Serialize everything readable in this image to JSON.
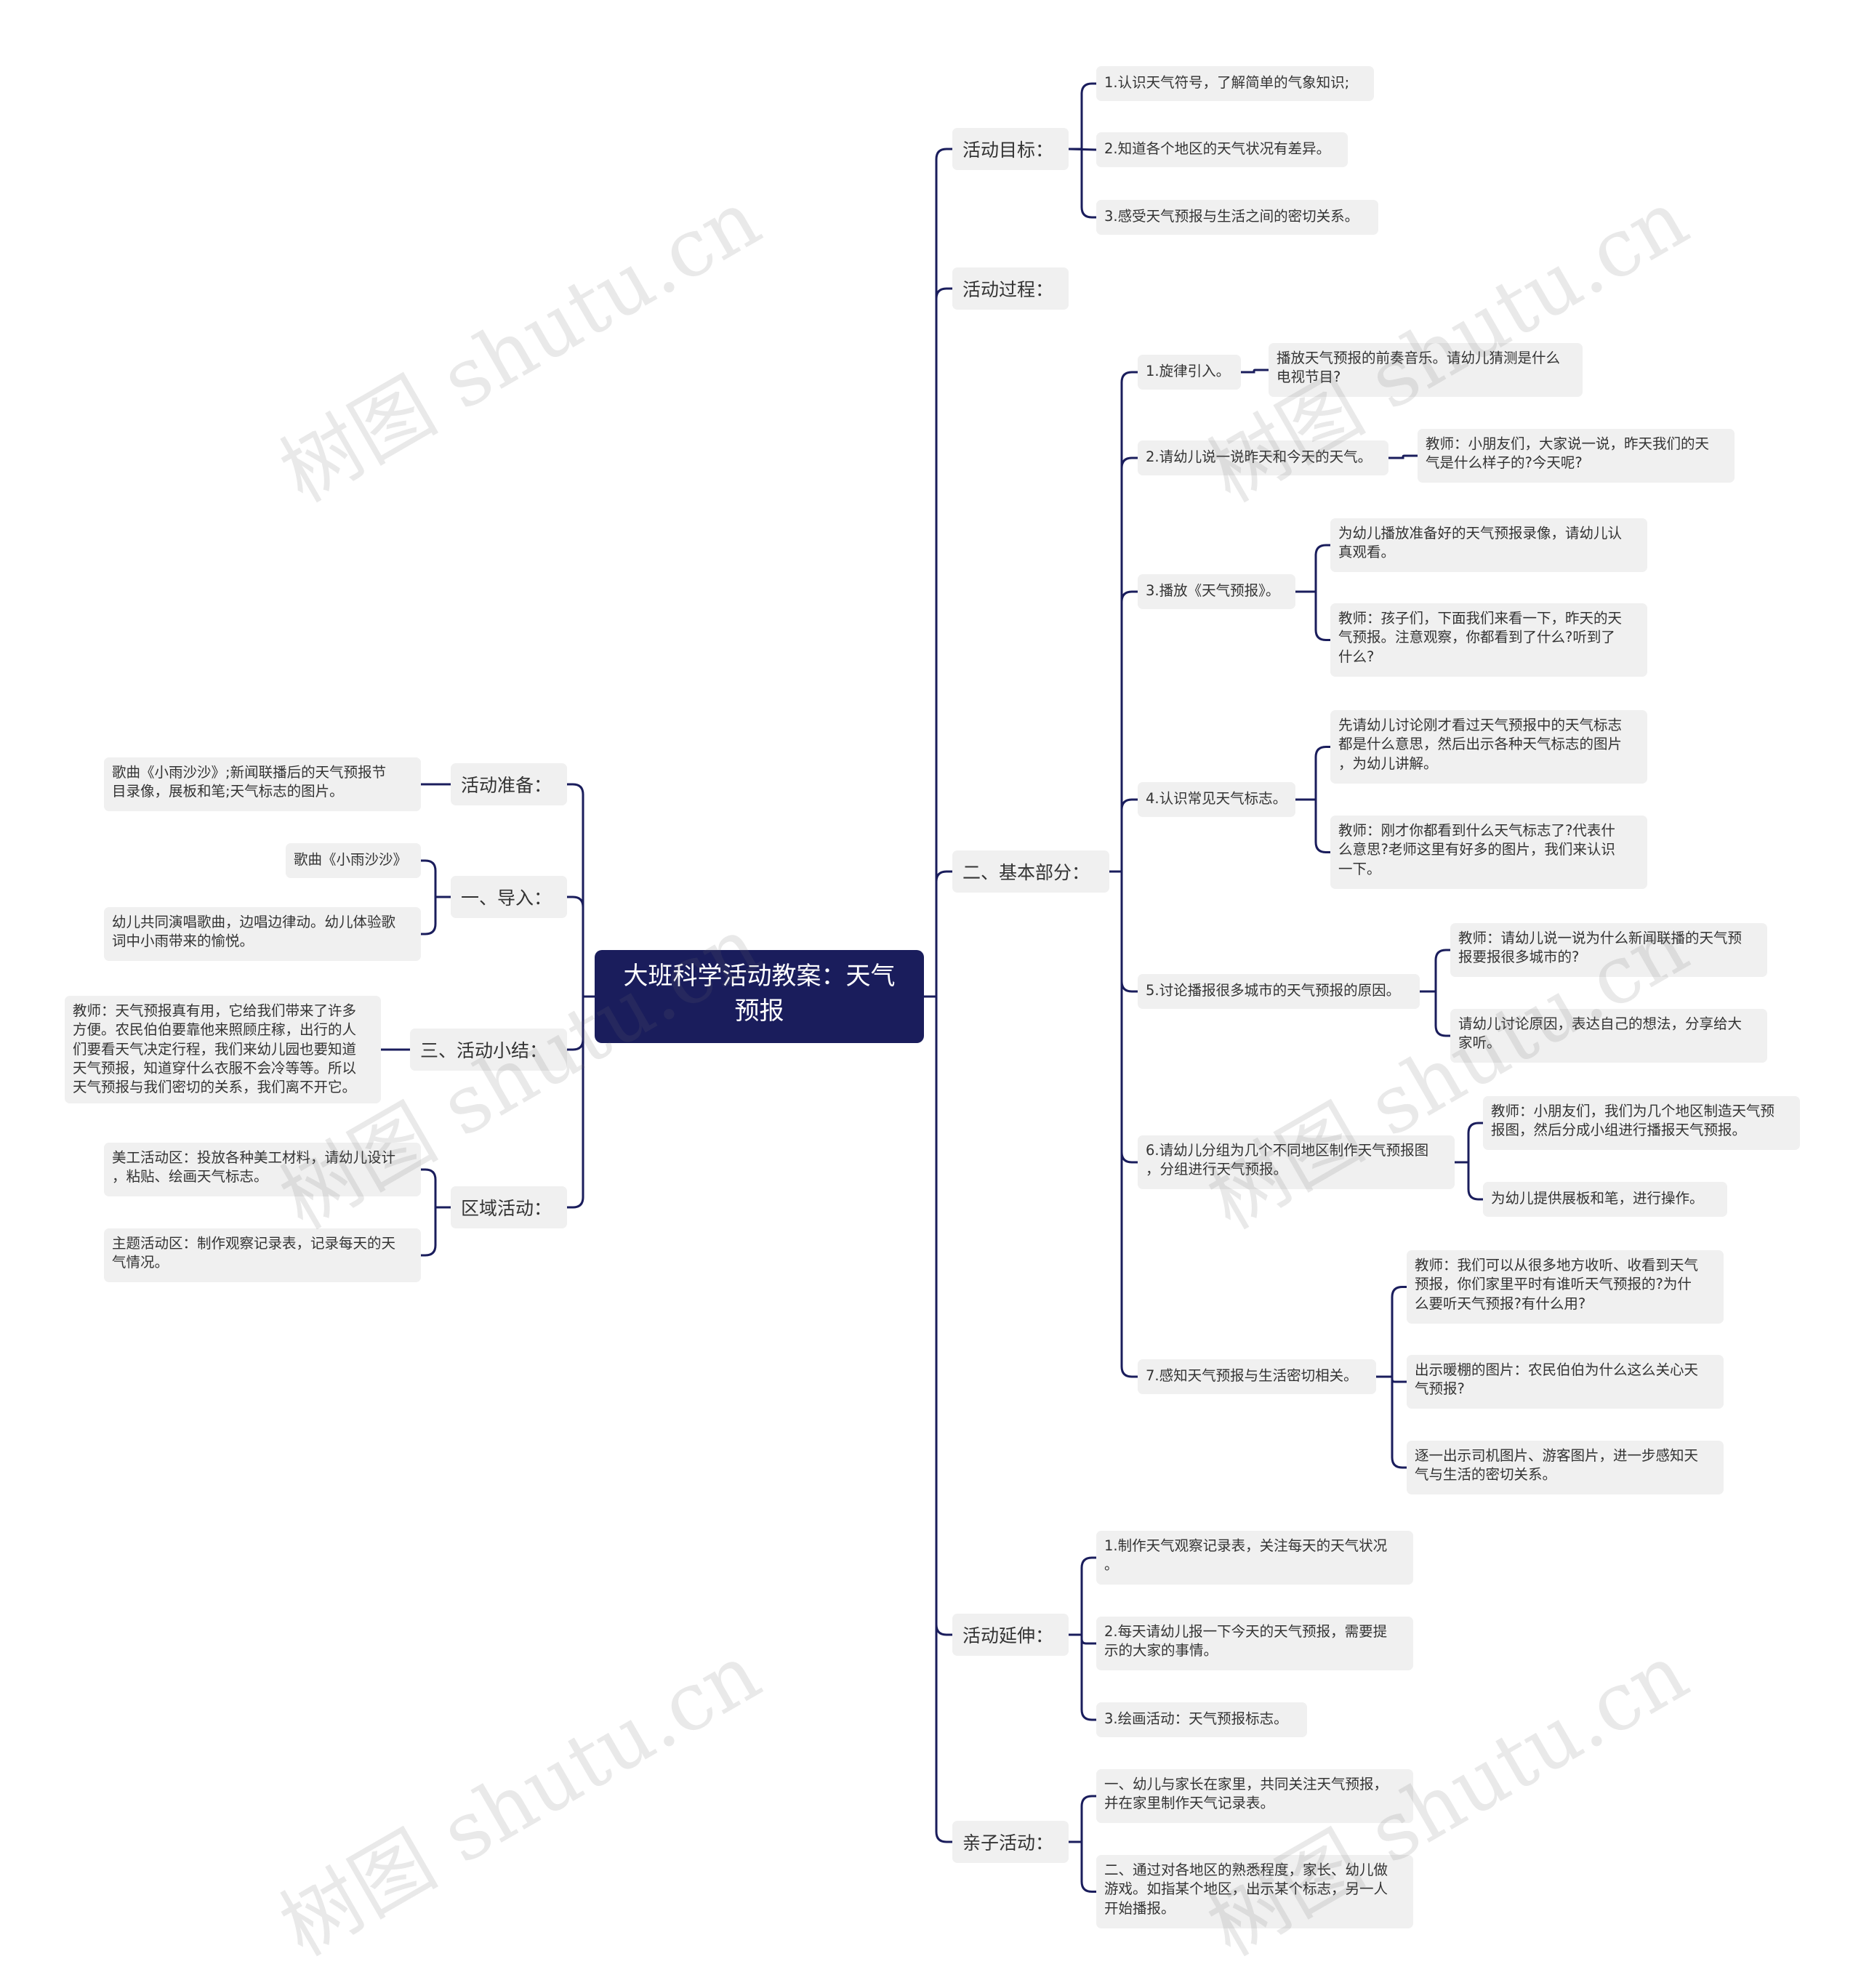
{
  "root": {
    "label": "大班科学活动教案：天气\n预报"
  },
  "colors": {
    "line": "#1a1d5c",
    "root_bg": "#1a1d5c",
    "node_bg": "#f0f0f0",
    "text": "#333333"
  },
  "watermark": {
    "text": "树图 shutu.cn"
  },
  "left": [
    {
      "label": "活动准备：",
      "children": [
        {
          "text": "歌曲《小雨沙沙》;新闻联播后的天气预报节\n目录像，展板和笔;天气标志的图片。"
        }
      ]
    },
    {
      "label": "一、导入：",
      "children": [
        {
          "text": "歌曲《小雨沙沙》"
        },
        {
          "text": "幼儿共同演唱歌曲，边唱边律动。幼儿体验歌\n词中小雨带来的愉悦。"
        }
      ]
    },
    {
      "label": "三、活动小结：",
      "children": [
        {
          "text": "教师：天气预报真有用，它给我们带来了许多\n方便。农民伯伯要靠他来照顾庄稼，出行的人\n们要看天气决定行程，我们来幼儿园也要知道\n天气预报，知道穿什么衣服不会冷等等。所以\n天气预报与我们密切的关系，我们离不开它。"
        }
      ]
    },
    {
      "label": "区域活动：",
      "children": [
        {
          "text": "美工活动区：投放各种美工材料，请幼儿设计\n，粘贴、绘画天气标志。"
        },
        {
          "text": "主题活动区：制作观察记录表，记录每天的天\n气情况。"
        }
      ]
    }
  ],
  "right": [
    {
      "label": "活动目标：",
      "children": [
        {
          "text": "1.认识天气符号，了解简单的气象知识;"
        },
        {
          "text": "2.知道各个地区的天气状况有差异。"
        },
        {
          "text": "3.感受天气预报与生活之间的密切关系。"
        }
      ]
    },
    {
      "label": "活动过程：",
      "children": []
    },
    {
      "label": "二、基本部分：",
      "children": [
        {
          "text": "1.旋律引入。",
          "children": [
            "播放天气预报的前奏音乐。请幼儿猜测是什么\n电视节目?"
          ]
        },
        {
          "text": "2.请幼儿说一说昨天和今天的天气。",
          "children": [
            "教师：小朋友们，大家说一说，昨天我们的天\n气是什么样子的?今天呢?"
          ]
        },
        {
          "text": "3.播放《天气预报》。",
          "children": [
            "为幼儿播放准备好的天气预报录像，请幼儿认\n真观看。",
            "教师：孩子们，下面我们来看一下，昨天的天\n气预报。注意观察，你都看到了什么?听到了\n什么?"
          ]
        },
        {
          "text": "4.认识常见天气标志。",
          "children": [
            "先请幼儿讨论刚才看过天气预报中的天气标志\n都是什么意思，然后出示各种天气标志的图片\n，为幼儿讲解。",
            "教师：刚才你都看到什么天气标志了?代表什\n么意思?老师这里有好多的图片，我们来认识\n一下。"
          ]
        },
        {
          "text": "5.讨论播报很多城市的天气预报的原因。",
          "children": [
            "教师：请幼儿说一说为什么新闻联播的天气预\n报要报很多城市的?",
            "请幼儿讨论原因，表达自己的想法，分享给大\n家听。"
          ]
        },
        {
          "text": "6.请幼儿分组为几个不同地区制作天气预报图\n，分组进行天气预报。",
          "children": [
            "教师：小朋友们，我们为几个地区制造天气预\n报图，然后分成小组进行播报天气预报。",
            "为幼儿提供展板和笔，进行操作。"
          ]
        },
        {
          "text": "7.感知天气预报与生活密切相关。",
          "children": [
            "教师：我们可以从很多地方收听、收看到天气\n预报，你们家里平时有谁听天气预报的?为什\n么要听天气预报?有什么用?",
            "出示暖棚的图片：农民伯伯为什么这么关心天\n气预报?",
            "逐一出示司机图片、游客图片，进一步感知天\n气与生活的密切关系。"
          ]
        }
      ]
    },
    {
      "label": "活动延伸：",
      "children": [
        {
          "text": "1.制作天气观察记录表，关注每天的天气状况\n。"
        },
        {
          "text": "2.每天请幼儿报一下今天的天气预报，需要提\n示的大家的事情。"
        },
        {
          "text": "3.绘画活动：天气预报标志。"
        }
      ]
    },
    {
      "label": "亲子活动：",
      "children": [
        {
          "text": "一、幼儿与家长在家里，共同关注天气预报，\n并在家里制作天气记录表。"
        },
        {
          "text": "二、通过对各地区的熟悉程度，家长、幼儿做\n游戏。如指某个地区，出示某个标志，另一人\n开始播报。"
        }
      ]
    }
  ]
}
